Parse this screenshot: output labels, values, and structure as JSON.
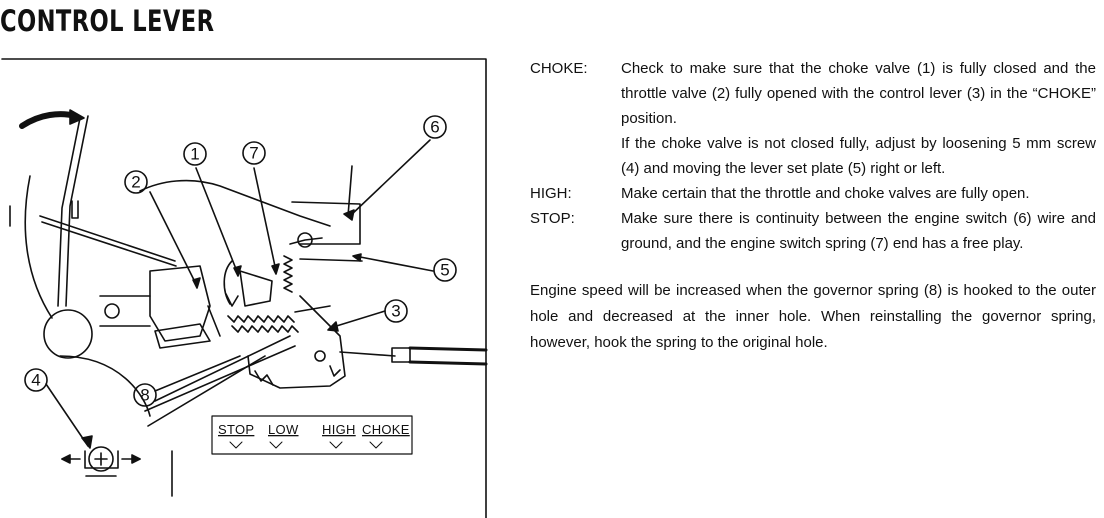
{
  "title": "CONTROL LEVER",
  "figure": {
    "callouts": [
      "1",
      "2",
      "3",
      "4",
      "5",
      "6",
      "7",
      "8"
    ],
    "panel": {
      "stop": "STOP",
      "low": "LOW",
      "high": "HIGH",
      "choke": "CHOKE"
    }
  },
  "instructions": [
    {
      "term": "CHOKE:",
      "lines": [
        "Check to make sure that the choke valve (1) is fully closed and the throttle valve (2) fully opened with the control lever (3) in the “CHOKE” position.",
        "If the choke valve is not closed fully, adjust by loosening 5 mm screw (4) and moving the lever set plate (5) right or left."
      ]
    },
    {
      "term": "HIGH:",
      "lines": [
        "Make certain that the throttle and choke valves are fully open."
      ]
    },
    {
      "term": "STOP:",
      "lines": [
        "Make sure there is continuity between the engine switch (6) wire and ground, and the engine switch spring (7) end has a free play."
      ]
    }
  ],
  "paragraph": "Engine speed will be increased when the governor spring (8) is hooked to the outer hole and decreased at the inner hole. When reinstalling the governor spring, however, hook the spring to the original hole."
}
